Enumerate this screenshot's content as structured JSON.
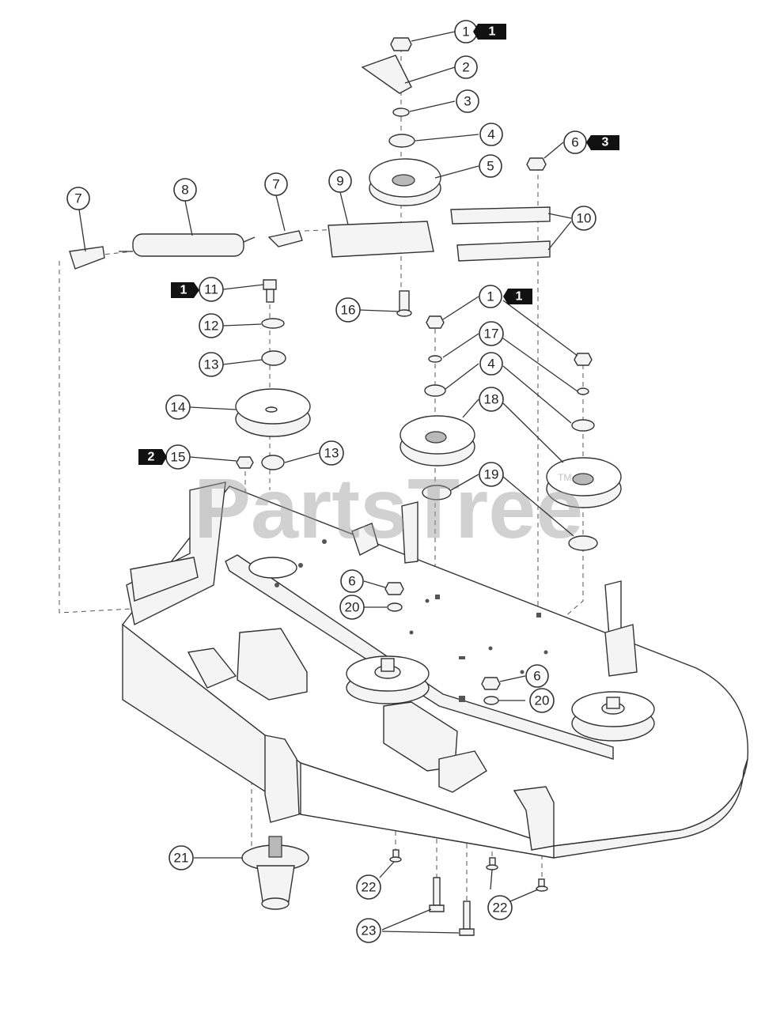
{
  "diagram": {
    "watermark": "PartsTree",
    "watermark_tm": "TM",
    "callouts": [
      {
        "id": "c1a",
        "label": "1"
      },
      {
        "id": "c2",
        "label": "2"
      },
      {
        "id": "c3",
        "label": "3"
      },
      {
        "id": "c4a",
        "label": "4"
      },
      {
        "id": "c5",
        "label": "5"
      },
      {
        "id": "c6a",
        "label": "6"
      },
      {
        "id": "c7a",
        "label": "7"
      },
      {
        "id": "c8",
        "label": "8"
      },
      {
        "id": "c7b",
        "label": "7"
      },
      {
        "id": "c9",
        "label": "9"
      },
      {
        "id": "c10",
        "label": "10"
      },
      {
        "id": "c11",
        "label": "11"
      },
      {
        "id": "c16",
        "label": "16"
      },
      {
        "id": "c1b",
        "label": "1"
      },
      {
        "id": "c12",
        "label": "12"
      },
      {
        "id": "c17",
        "label": "17"
      },
      {
        "id": "c13a",
        "label": "13"
      },
      {
        "id": "c4b",
        "label": "4"
      },
      {
        "id": "c14",
        "label": "14"
      },
      {
        "id": "c18",
        "label": "18"
      },
      {
        "id": "c15",
        "label": "15"
      },
      {
        "id": "c13b",
        "label": "13"
      },
      {
        "id": "c19",
        "label": "19"
      },
      {
        "id": "c6b",
        "label": "6"
      },
      {
        "id": "c20a",
        "label": "20"
      },
      {
        "id": "c6c",
        "label": "6"
      },
      {
        "id": "c20b",
        "label": "20"
      },
      {
        "id": "c21",
        "label": "21"
      },
      {
        "id": "c22a",
        "label": "22"
      },
      {
        "id": "c22b",
        "label": "22"
      },
      {
        "id": "c23",
        "label": "23"
      }
    ],
    "flags": [
      {
        "id": "f1a",
        "label": "1"
      },
      {
        "id": "f3",
        "label": "3"
      },
      {
        "id": "f1b",
        "label": "1"
      },
      {
        "id": "f1c",
        "label": "1"
      },
      {
        "id": "f2",
        "label": "2"
      }
    ]
  }
}
